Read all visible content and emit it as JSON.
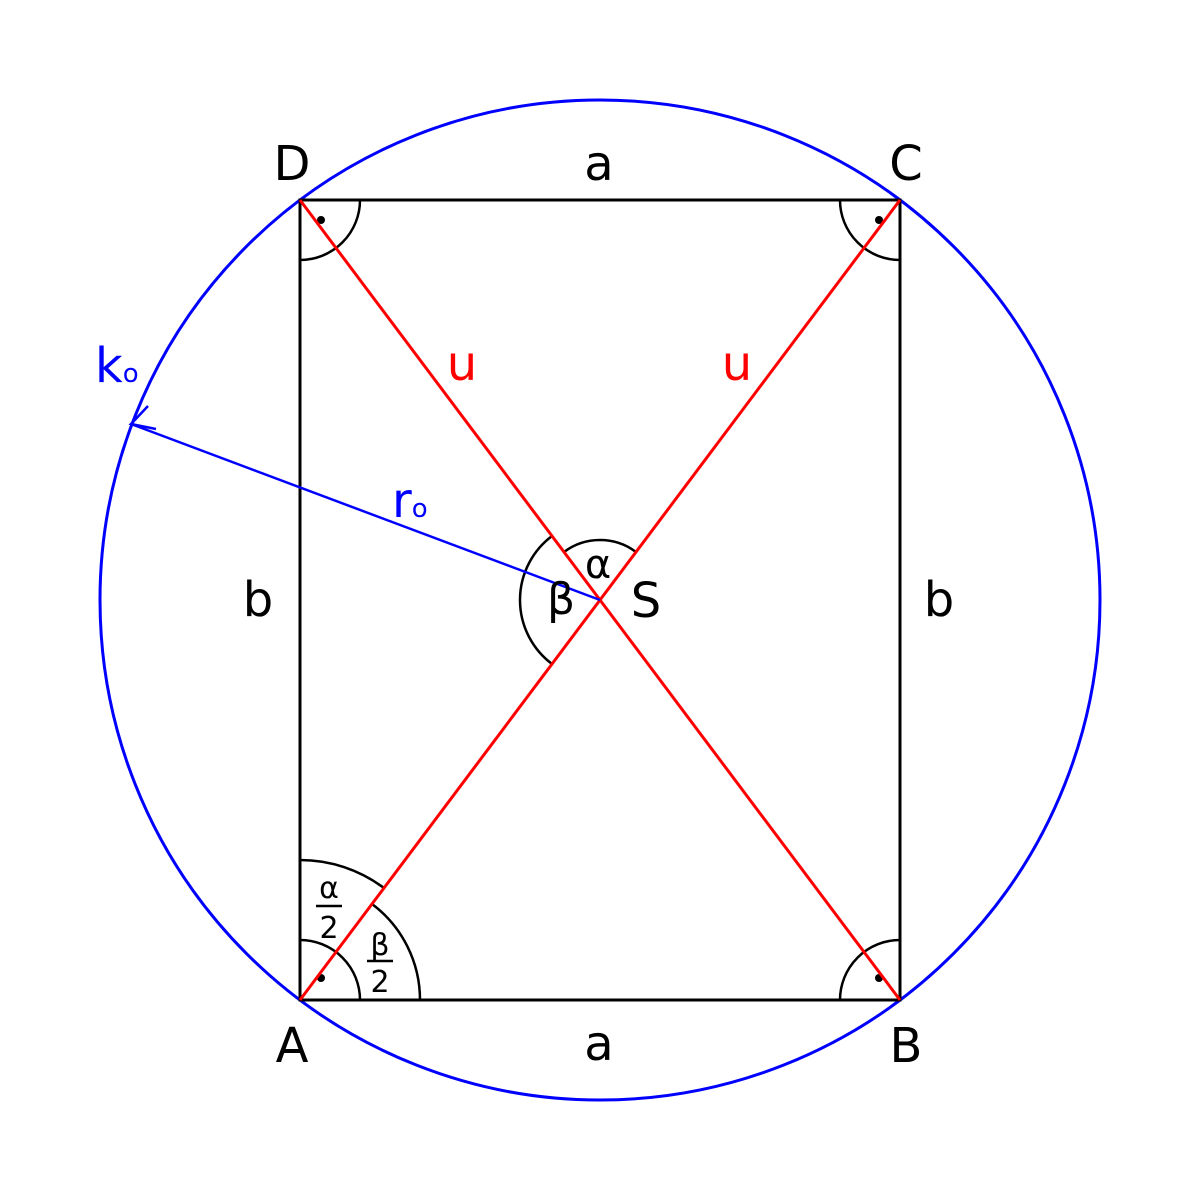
{
  "colors": {
    "outline": "#000000",
    "diagonal": "#ff0000",
    "circle": "#0000ff"
  },
  "vertices": {
    "A": "A",
    "B": "B",
    "C": "C",
    "D": "D",
    "center": "S"
  },
  "sides": {
    "top": "a",
    "bottom": "a",
    "left": "b",
    "right": "b"
  },
  "diagonals": {
    "label_bd": "u",
    "label_ac": "u"
  },
  "circle": {
    "name_main": "k",
    "name_sub": "o",
    "radius_main": "r",
    "radius_sub": "o"
  },
  "angles": {
    "alpha": "α",
    "beta": "β",
    "half_alpha_num": "α",
    "half_alpha_den": "2",
    "half_beta_num": "β",
    "half_beta_den": "2"
  }
}
